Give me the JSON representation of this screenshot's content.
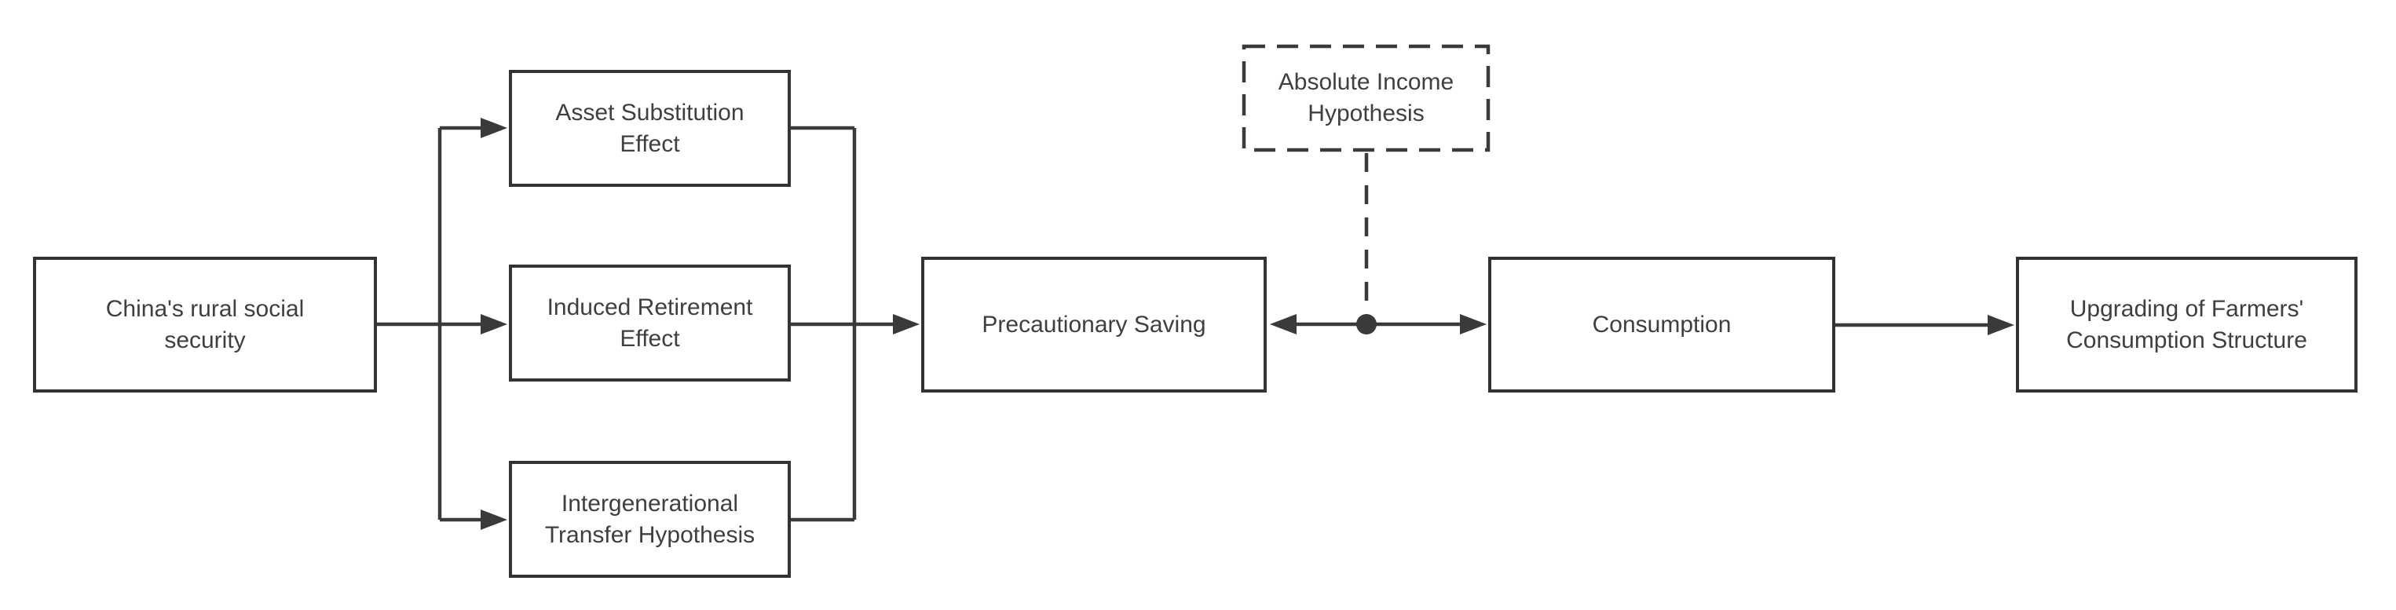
{
  "diagram": {
    "nodes": [
      {
        "id": "source",
        "label": "China's rural social security",
        "style": "solid"
      },
      {
        "id": "asset",
        "label": "Asset Substitution Effect",
        "style": "solid"
      },
      {
        "id": "retirement",
        "label": "Induced Retirement Effect",
        "style": "solid"
      },
      {
        "id": "transfer",
        "label": "Intergenerational Transfer Hypothesis",
        "style": "solid"
      },
      {
        "id": "saving",
        "label": "Precautionary Saving",
        "style": "solid"
      },
      {
        "id": "hypothesis",
        "label": "Absolute Income Hypothesis",
        "style": "dashed"
      },
      {
        "id": "consumption",
        "label": "Consumption",
        "style": "solid"
      },
      {
        "id": "upgrading",
        "label": "Upgrading of Farmers' Consumption Structure",
        "style": "solid"
      }
    ],
    "edges": [
      {
        "from": "China's rural social security",
        "to": "Asset Substitution Effect",
        "type": "arrow"
      },
      {
        "from": "China's rural social security",
        "to": "Induced Retirement Effect",
        "type": "arrow"
      },
      {
        "from": "China's rural social security",
        "to": "Intergenerational Transfer Hypothesis",
        "type": "arrow"
      },
      {
        "from": "Asset Substitution Effect",
        "to": "Precautionary Saving",
        "type": "merge-arrow"
      },
      {
        "from": "Induced Retirement Effect",
        "to": "Precautionary Saving",
        "type": "arrow"
      },
      {
        "from": "Intergenerational Transfer Hypothesis",
        "to": "Precautionary Saving",
        "type": "merge-arrow"
      },
      {
        "from": "Precautionary Saving",
        "to": "Consumption",
        "type": "double-arrow"
      },
      {
        "from": "Absolute Income Hypothesis",
        "to": "Precautionary Saving / Consumption link",
        "type": "dashed-connector-with-dot"
      },
      {
        "from": "Consumption",
        "to": "Upgrading of Farmers' Consumption Structure",
        "type": "arrow"
      }
    ],
    "colors": {
      "line": "#3a3a3a",
      "box_border": "#333333",
      "text": "#3f3f3f",
      "background": "#ffffff"
    }
  }
}
